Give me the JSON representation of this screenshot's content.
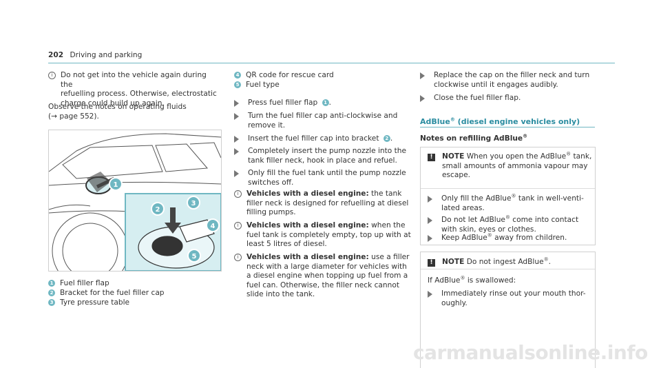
{
  "header": {
    "page_number": "202",
    "section": "Driving and parking"
  },
  "col1": {
    "note_lines": [
      "Do not get into the vehicle again during the",
      "refuelling process. Otherwise, electrostatic",
      "charge could build up again."
    ],
    "observe_lines": [
      "Observe the notes on operating fluids",
      "(→ page 552)."
    ],
    "legend": [
      {
        "num": "1",
        "label": "Fuel filler flap"
      },
      {
        "num": "2",
        "label": "Bracket for the fuel filler cap"
      },
      {
        "num": "3",
        "label": "Tyre pressure table"
      }
    ]
  },
  "col2": {
    "legend": [
      {
        "num": "4",
        "label": "QR code for rescue card"
      },
      {
        "num": "5",
        "label": "Fuel type"
      }
    ],
    "step1": "Press fuel filler flap",
    "step1_ref": "1",
    "step2_lines": [
      "Turn the fuel filler cap anti-clockwise and",
      "remove it."
    ],
    "step3": "Insert the fuel filler cap into bracket",
    "step3_ref": "2",
    "step4_lines": [
      "Completely insert the pump nozzle into the",
      "tank filler neck, hook in place and refuel."
    ],
    "step5_lines": [
      "Only fill the fuel tank until the pump nozzle",
      "switches off."
    ],
    "info1_bold": "Vehicles with a diesel engine:",
    "info1_lines": [
      " the tank",
      "filler neck is designed for refuelling at diesel",
      "filling pumps."
    ],
    "info2_bold": "Vehicles with a diesel engine:",
    "info2_lines": [
      " when the",
      "fuel tank is completely empty, top up with at",
      "least 5 litres of diesel."
    ],
    "info3_bold": "Vehicles with a diesel engine:",
    "info3_lines": [
      " use a filler",
      "neck with a large diameter for vehicles with",
      "a diesel engine when topping up fuel from a",
      "fuel can. Otherwise, the filler neck cannot",
      "slide into the tank."
    ]
  },
  "col3": {
    "step6_lines": [
      "Replace the cap on the filler neck and turn",
      "clockwise until it engages audibly."
    ],
    "step7": "Close the fuel filler flap.",
    "section_title": "AdBlue",
    "section_title_rest": " (diesel engine vehicles only)",
    "subheading": "Notes on refilling AdBlue",
    "reg": "®",
    "note_box1": {
      "label": "NOTE",
      "lines": [
        " When you open the AdBlue",
        " tank,",
        "small amounts of ammonia vapour may",
        "escape."
      ],
      "items": [
        [
          "Only fill the AdBlue",
          " tank in well-venti-",
          "lated areas."
        ],
        [
          "Do not let AdBlue",
          " come into contact",
          "with skin, eyes or clothes."
        ],
        [
          "Keep AdBlue",
          " away from children."
        ]
      ]
    },
    "note_box2": {
      "label": "NOTE",
      "text": " Do not ingest AdBlue",
      "text_end": ".",
      "swallowed": "If AdBlue",
      "swallowed_end": " is swallowed:",
      "item_lines": [
        "Immediately rinse out your mouth thor-",
        "oughly."
      ]
    }
  },
  "colors": {
    "accent": "#6fb7c2",
    "heading": "#2a8ca0",
    "illustration_bg": "#d6eef1"
  },
  "watermark": "carmanualsonline.info"
}
